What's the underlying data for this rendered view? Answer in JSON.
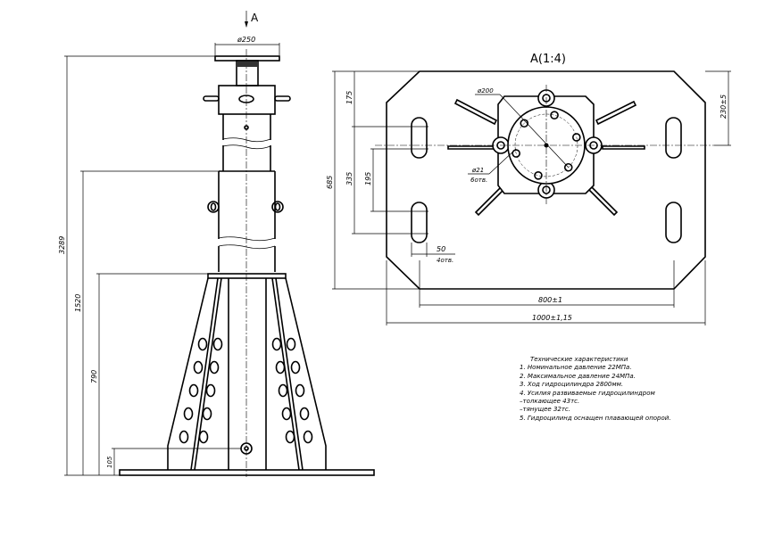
{
  "view_marker": "A",
  "view_title": "A(1:4)",
  "dimensions": {
    "top_plate_diameter": "ø250",
    "total_height": "3289",
    "height_1520": "1520",
    "height_790": "790",
    "height_105": "105",
    "plate_height": "685",
    "dim_175": "175",
    "dim_335": "335",
    "dim_195": "195",
    "dim_230": "230±5",
    "dim_800": "800±1",
    "dim_1000": "1000±1,15",
    "circle_diameter": "ø200",
    "hole_diameter": "ø21",
    "hole_count": "6отв.",
    "slot_width": "50",
    "slot_count": "4отв."
  },
  "notes": {
    "heading": "Технические характеристики",
    "lines": [
      "1. Номинальное давление 22МПа.",
      "2. Максимальное давление 24МПа.",
      "3. Ход гидроцилиндра 2800мм.",
      "4. Усилия развиваемые гидроцилиндром",
      "–толкающее 43тс.",
      "–тянущее 32тс.",
      "5. Гидроцилинд оснащен плавающей опорой."
    ]
  }
}
